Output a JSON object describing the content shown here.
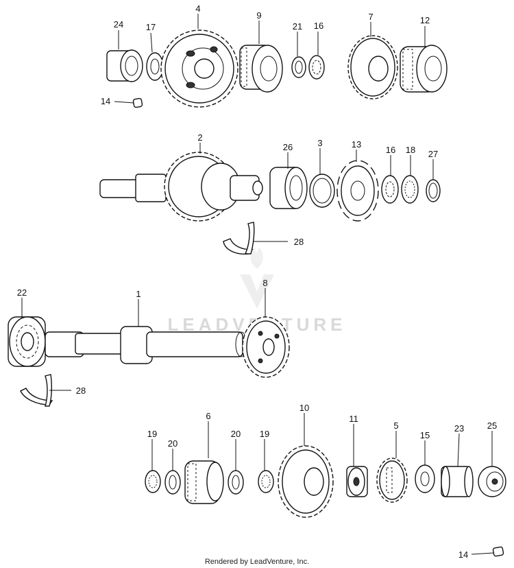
{
  "diagram": {
    "labels": {
      "p24": "24",
      "p17": "17",
      "p4": "4",
      "p9": "9",
      "p21": "21",
      "p16a": "16",
      "p7": "7",
      "p12": "12",
      "p14a": "14",
      "p2": "2",
      "p26": "26",
      "p3": "3",
      "p13": "13",
      "p16b": "16",
      "p18": "18",
      "p27": "27",
      "p28a": "28",
      "p22": "22",
      "p1": "1",
      "p8": "8",
      "p28b": "28",
      "p19a": "19",
      "p20a": "20",
      "p6": "6",
      "p20b": "20",
      "p19b": "19",
      "p10": "10",
      "p11": "11",
      "p5": "5",
      "p15": "15",
      "p23": "23",
      "p25": "25",
      "p14b": "14"
    },
    "watermark": "LEADVENTURE",
    "footer": "Rendered by LeadVenture, Inc."
  }
}
